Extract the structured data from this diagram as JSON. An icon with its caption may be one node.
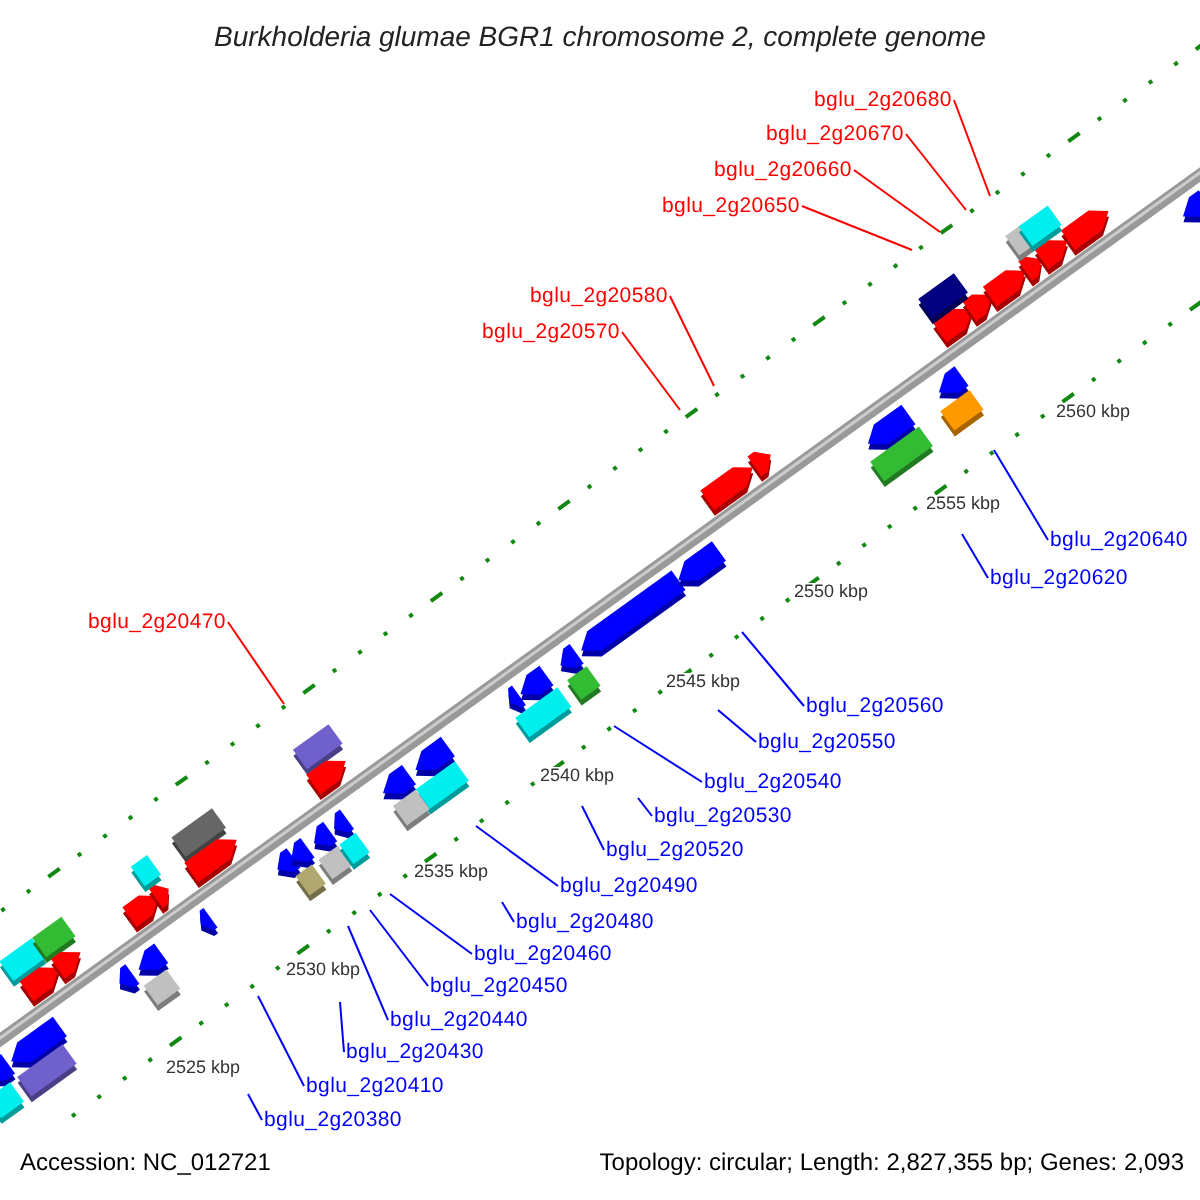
{
  "diagram": {
    "title": "Burkholderia glumae BGR1 chromosome 2, complete genome",
    "nodes": [
      {
        "text": [
          "bglu_2g20680"
        ]
      },
      {
        "text": [
          "bglu_2g20670"
        ]
      },
      {
        "text": [
          "bglu_2g20660"
        ]
      },
      {
        "text": [
          "bglu_2g20650"
        ]
      },
      {
        "text": [
          "bglu_2g20580"
        ]
      },
      {
        "text": [
          "bglu_2g20570"
        ]
      },
      {
        "text": [
          "bglu_2g20640"
        ]
      },
      {
        "text": [
          "bglu_2g20620"
        ]
      },
      {
        "text": [
          "bglu_2g20470"
        ]
      },
      {
        "text": [
          "bglu_2g20560"
        ]
      },
      {
        "text": [
          "bglu_2g20550"
        ]
      },
      {
        "text": [
          "bglu_2g20540"
        ]
      },
      {
        "text": [
          "bglu_2g20530"
        ]
      },
      {
        "text": [
          "bglu_2g20520"
        ]
      },
      {
        "text": [
          "bglu_2g20490"
        ]
      },
      {
        "text": [
          "bglu_2g20480"
        ]
      },
      {
        "text": [
          "bglu_2g20460"
        ]
      },
      {
        "text": [
          "bglu_2g20450"
        ]
      },
      {
        "text": [
          "bglu_2g20440"
        ]
      },
      {
        "text": [
          "bglu_2g20430"
        ]
      },
      {
        "text": [
          "bglu_2g20410"
        ]
      },
      {
        "text": [
          "bglu_2g20380"
        ]
      }
    ],
    "edges": [
      {
        "from": 0,
        "to": null,
        "arrow": "none",
        "color": "#ff0000"
      },
      {
        "from": 1,
        "to": null,
        "arrow": "none",
        "color": "#ff0000"
      },
      {
        "from": 2,
        "to": null,
        "arrow": "none",
        "color": "#ff0000"
      },
      {
        "from": 3,
        "to": null,
        "arrow": "none",
        "color": "#ff0000"
      },
      {
        "from": 4,
        "to": null,
        "arrow": "none",
        "color": "#ff0000"
      },
      {
        "from": 5,
        "to": null,
        "arrow": "none",
        "color": "#ff0000"
      },
      {
        "from": 6,
        "to": null,
        "arrow": "none"
      },
      {
        "from": 7,
        "to": null,
        "arrow": "none"
      },
      {
        "from": 8,
        "to": null,
        "arrow": "none",
        "color": "#ff0000"
      },
      {
        "from": 9,
        "to": null,
        "arrow": "none"
      },
      {
        "from": 10,
        "to": null,
        "arrow": "none"
      },
      {
        "from": 11,
        "to": null,
        "arrow": "none"
      },
      {
        "from": 12,
        "to": null,
        "arrow": "none"
      },
      {
        "from": 13,
        "to": null,
        "arrow": "none"
      },
      {
        "from": 14,
        "to": null,
        "arrow": "none"
      },
      {
        "from": 15,
        "to": null,
        "arrow": "none"
      },
      {
        "from": 16,
        "to": null,
        "arrow": "none"
      },
      {
        "from": 17,
        "to": null,
        "arrow": "none"
      },
      {
        "from": 18,
        "to": null,
        "arrow": "none"
      },
      {
        "from": 19,
        "to": null,
        "arrow": "none"
      },
      {
        "from": 20,
        "to": null,
        "arrow": "none"
      },
      {
        "from": 21,
        "to": null,
        "arrow": "none"
      }
    ],
    "labels": [
      "2560 kbp",
      "2555 kbp",
      "2550 kbp",
      "2545 kbp",
      "2540 kbp",
      "2535 kbp",
      "2530 kbp",
      "2525 kbp",
      "Accession: NC_012721",
      "Topology: circular; Length: 2,827,355 bp; Genes: 2,093"
    ]
  }
}
